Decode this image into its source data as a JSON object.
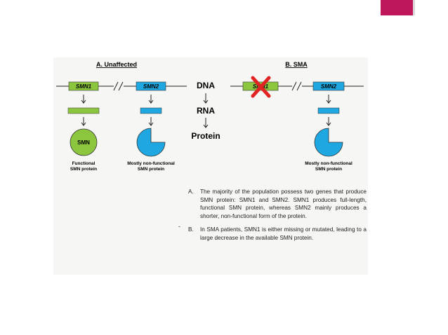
{
  "colors": {
    "accent": "#c0175a",
    "gene_green": "#8cc63f",
    "gene_blue": "#1ea7e1",
    "cross_red": "#e02424"
  },
  "panel_a": {
    "heading": "A. Unaffected",
    "smn1_label": "SMN1",
    "smn2_label": "SMN2",
    "smn_protein_label": "SMN",
    "caption_functional_line1": "Functional",
    "caption_functional_line2": "SMN protein",
    "caption_nonfunctional_line1": "Mostly non-functional",
    "caption_nonfunctional_line2": "SMN protein"
  },
  "center": {
    "dna": "DNA",
    "rna": "RNA",
    "protein": "Protein"
  },
  "panel_b": {
    "heading": "B. SMA",
    "smn1_label": "SMN1",
    "smn2_label": "SMN2",
    "caption_nonfunctional_line1": "Mostly non-functional",
    "caption_nonfunctional_line2": "SMN protein"
  },
  "notes": [
    {
      "marker": "A.",
      "text": "The majority of the population possess two genes that produce SMN protein: SMN1 and SMN2. SMN1 produces full-length, functional SMN protein, whereas SMN2 mainly produces a shorter, non-functional form of the protein."
    },
    {
      "marker": "B.",
      "text": "In SMA patients, SMN1 is either missing or mutated, leading to a large decrease in the available SMN protein."
    }
  ],
  "stray_mark": "-"
}
